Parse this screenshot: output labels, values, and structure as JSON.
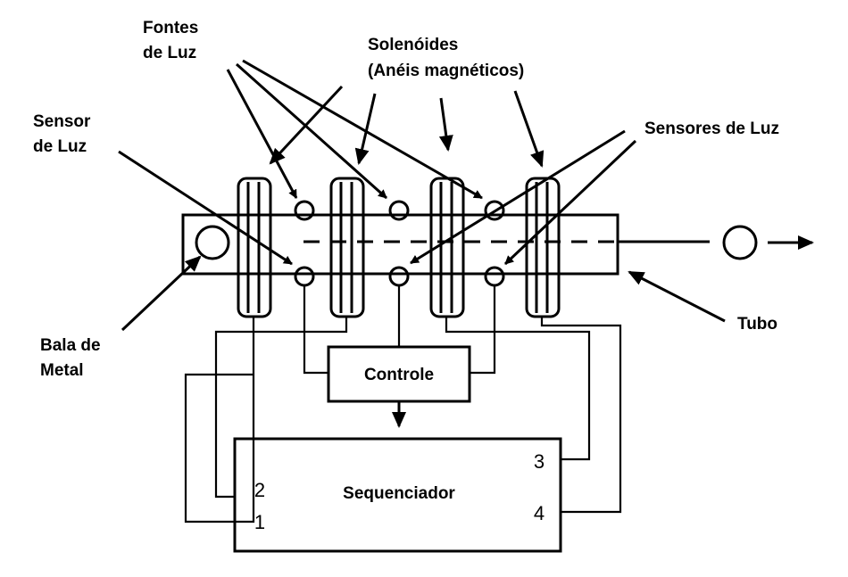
{
  "labels": {
    "fontes_l1": "Fontes",
    "fontes_l2": "de Luz",
    "solenoides_l1": "Solenóides",
    "solenoides_l2": "(Anéis magnéticos)",
    "sensor_l1": "Sensor",
    "sensor_l2": "de Luz",
    "sensores": "Sensores de Luz",
    "bala_l1": "Bala de",
    "bala_l2": "Metal",
    "tubo": "Tubo",
    "controle": "Controle",
    "sequenciador": "Sequenciador"
  },
  "ports": {
    "p1": "1",
    "p2": "2",
    "p3": "3",
    "p4": "4"
  }
}
